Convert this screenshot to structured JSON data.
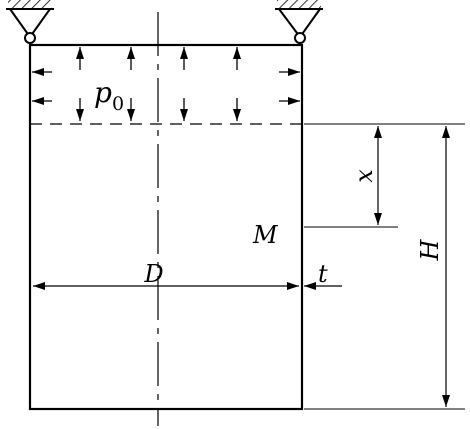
{
  "diagram": {
    "labels": {
      "p": "p",
      "p_sub": "0",
      "x": "x",
      "M": "M",
      "D": "D",
      "t": "t",
      "H": "H"
    },
    "colors": {
      "ink": "#000000",
      "background": "#ffffff"
    }
  }
}
